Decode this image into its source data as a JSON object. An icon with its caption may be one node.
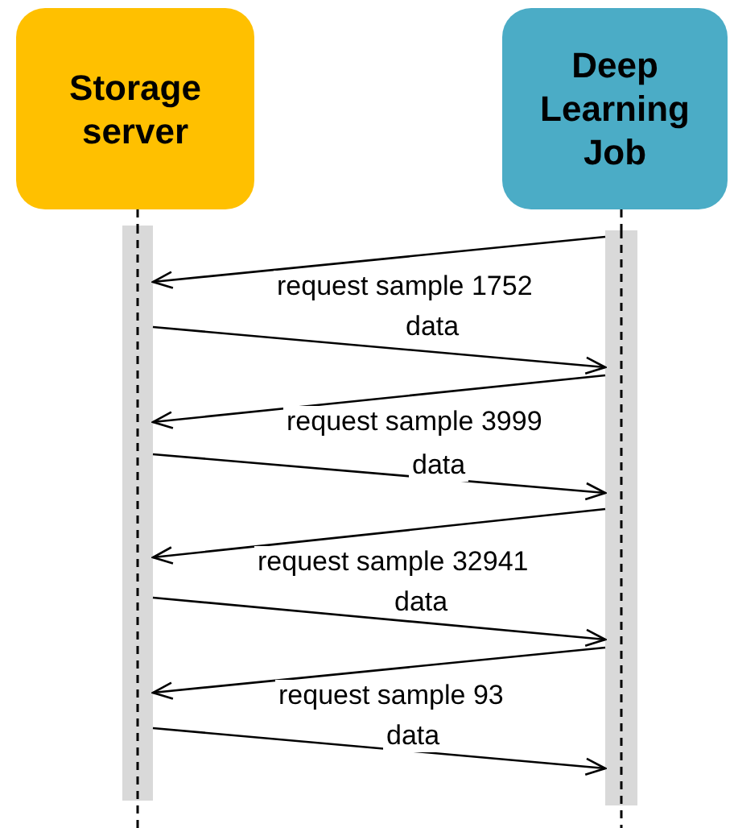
{
  "diagram": {
    "nodes": [
      {
        "text": [
          "Storage server"
        ]
      },
      {
        "text": [
          "Deep Learning Job"
        ]
      },
      {
        "text": [],
        "shape": "bar"
      },
      {
        "text": [],
        "shape": "bar"
      }
    ],
    "edges": [
      {
        "from": 0,
        "to": 2,
        "arrow": "none",
        "style": "dashed"
      },
      {
        "from": 1,
        "to": 3,
        "arrow": "none",
        "style": "dashed"
      },
      {
        "from": 3,
        "to": 2,
        "arrow": "to",
        "label": "request sample 1752"
      },
      {
        "from": 2,
        "to": 3,
        "arrow": "to",
        "label": "data"
      },
      {
        "from": 3,
        "to": 2,
        "arrow": "to",
        "label": "request sample 3999"
      },
      {
        "from": 2,
        "to": 3,
        "arrow": "to",
        "label": "data"
      },
      {
        "from": 3,
        "to": 2,
        "arrow": "to",
        "label": "request sample 32941"
      },
      {
        "from": 2,
        "to": 3,
        "arrow": "to",
        "label": "data"
      },
      {
        "from": 3,
        "to": 2,
        "arrow": "to",
        "label": "request sample 93"
      },
      {
        "from": 2,
        "to": 3,
        "arrow": "to",
        "label": "data"
      }
    ]
  }
}
